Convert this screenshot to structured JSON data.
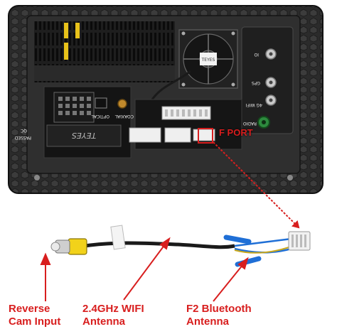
{
  "device": {
    "printed_texts": {
      "brand": "TEYES",
      "qc": "QC",
      "passed": "PASSED",
      "optical": "OPTICAL",
      "coaxial": "COAXIAL",
      "io": "IO",
      "gps": "GPS",
      "wifi": "4G WIFI",
      "radio": "RADIO",
      "fan_brand": "TEYES"
    }
  },
  "labels": {
    "f_port": "F PORT",
    "reverse_cam": [
      "Reverse",
      "Cam Input"
    ],
    "wifi_antenna": [
      "2.4GHz WIFI",
      "Antenna"
    ],
    "bt_antenna": [
      "F2 Bluetooth",
      "Antenna"
    ]
  },
  "colors": {
    "annotation_red": "#d81e1e",
    "rca_yellow": "#f2d21a",
    "antenna_blue": "#1f6fd6",
    "device_dark": "#2a2a2a"
  }
}
